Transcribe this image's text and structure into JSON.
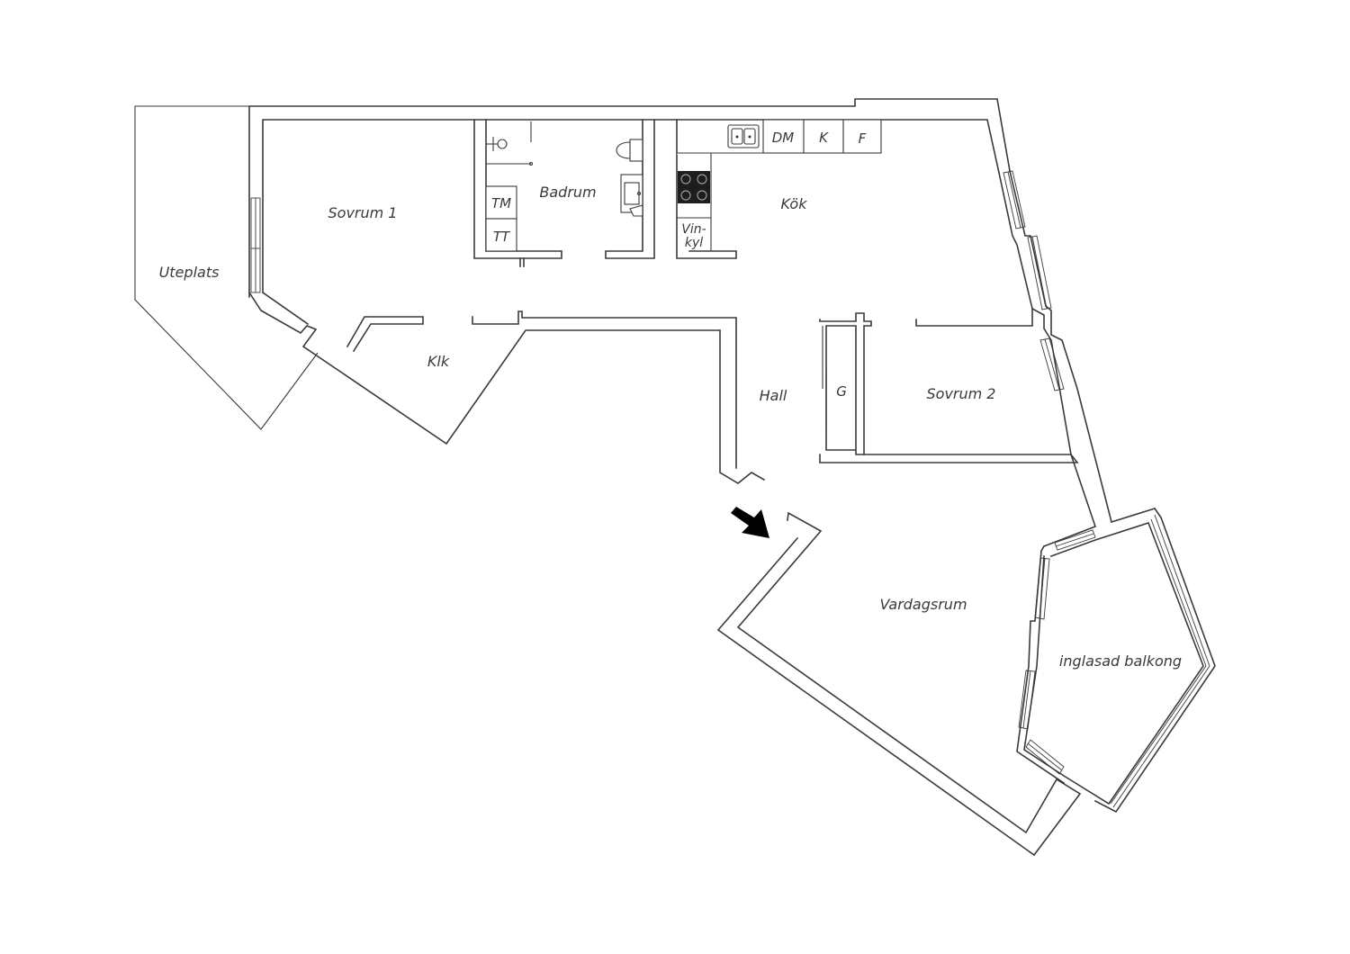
{
  "rooms": {
    "uteplats": "Uteplats",
    "sovrum1": "Sovrum 1",
    "badrum": "Badrum",
    "kok": "Kök",
    "klk": "Klk",
    "hall": "Hall",
    "sovrum2": "Sovrum 2",
    "vardagsrum": "Vardagsrum",
    "balkong": "inglasad balkong"
  },
  "fixtures": {
    "dishwasher": "DM",
    "fridge": "K",
    "freezer": "F",
    "washer": "TM",
    "dryer": "TT",
    "wine_cooler_line1": "Vin-",
    "wine_cooler_line2": "kyl",
    "wardrobe": "G"
  },
  "icons": {
    "entrance": "entrance-arrow-icon",
    "stove": "stove-icon",
    "sink": "kitchen-sink-icon",
    "toilet": "toilet-icon",
    "washbasin": "washbasin-icon",
    "shower": "shower-icon"
  },
  "colors": {
    "line": "#3a3a3a",
    "background": "#ffffff",
    "arrow": "#000000"
  }
}
